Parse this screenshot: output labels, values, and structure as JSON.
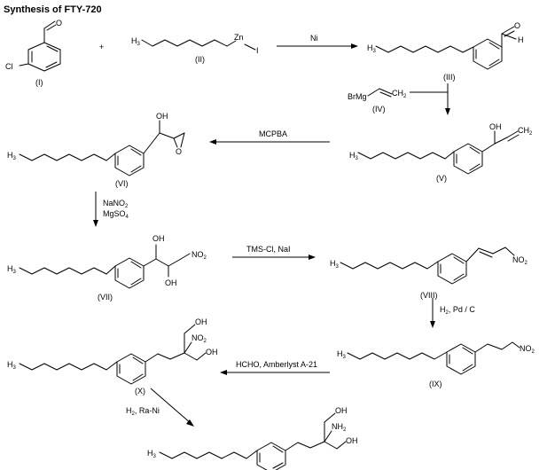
{
  "title": "Synthesis of FTY-720",
  "compound_labels": {
    "I": "(I)",
    "II": "(II)",
    "III": "(III)",
    "IV": "(IV)",
    "V": "(V)",
    "VI": "(VI)",
    "VII": "(VII)",
    "VIII": "(VIII)",
    "IX": "(IX)",
    "X": "(X)"
  },
  "reagents": {
    "r1": "Ni",
    "r2": "MCPBA",
    "r3a": "NaNO",
    "r3a_sub": "2",
    "r3b": "MgSO",
    "r3b_sub": "4",
    "r4": "TMS-Cl, NaI",
    "r5a": "H",
    "r5a_sub": "2",
    "r5b": ", Pd / C",
    "r6": "HCHO, Amberlyst A-21",
    "r7a": "H",
    "r7a_sub": "2",
    "r7b": ", Ra-Ni"
  },
  "plus": "+",
  "atoms": {
    "Cl": "Cl",
    "O": "O",
    "OH": "OH",
    "H": "H",
    "Zn": "Zn",
    "I": "I",
    "BrMg": "BrMg",
    "CH": "CH",
    "C2": "2",
    "H3": "3",
    "NO": "NO",
    "N2": "2",
    "NH": "NH",
    "NH2": "2"
  }
}
